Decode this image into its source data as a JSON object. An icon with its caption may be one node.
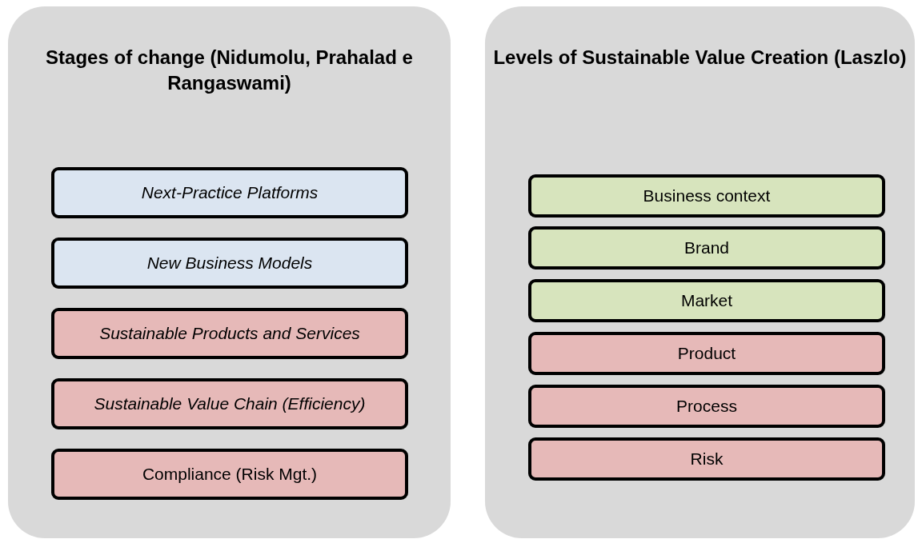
{
  "diagram": {
    "nodes": [
      {
        "text": [
          "Stages of change (Nidumolu, Prahalad e Rangaswami)"
        ]
      },
      {
        "text": [
          "Next-Practice Platforms"
        ],
        "in": 0
      },
      {
        "text": [
          "New Business Models"
        ],
        "in": 0
      },
      {
        "text": [
          "Sustainable Products and Services"
        ],
        "in": 0
      },
      {
        "text": [
          "Sustainable Value Chain (Efficiency)"
        ],
        "in": 0
      },
      {
        "text": [
          "Compliance (Risk Mgt.)"
        ],
        "in": 0
      },
      {
        "text": [
          "Levels of Sustainable Value Creation (Laszlo)"
        ]
      },
      {
        "text": [
          "Business context"
        ],
        "in": 6
      },
      {
        "text": [
          "Brand"
        ],
        "in": 6
      },
      {
        "text": [
          "Market"
        ],
        "in": 6
      },
      {
        "text": [
          "Product"
        ],
        "in": 6
      },
      {
        "text": [
          "Process"
        ],
        "in": 6
      },
      {
        "text": [
          "Risk"
        ],
        "in": 6
      }
    ]
  }
}
